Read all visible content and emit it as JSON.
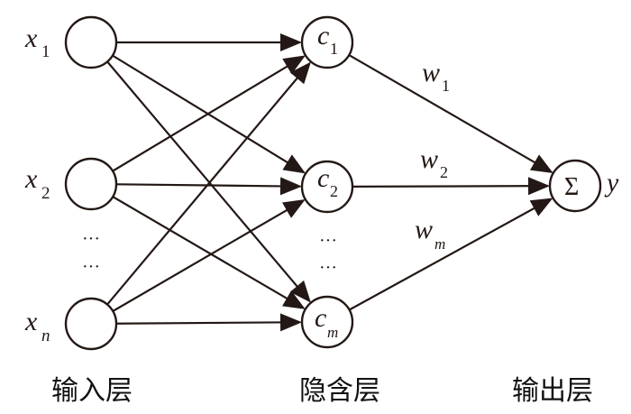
{
  "diagram": {
    "type": "RBF neural network",
    "colors": {
      "stroke": "#231815",
      "background": "#ffffff"
    },
    "input_layer": {
      "label": "输入层",
      "nodes": [
        {
          "var": "x",
          "sub": "1"
        },
        {
          "var": "x",
          "sub": "2"
        },
        {
          "var": "x",
          "sub": "n",
          "sub_italic": true
        }
      ],
      "ellipsis": [
        "···",
        "···"
      ]
    },
    "hidden_layer": {
      "label": "隐含层",
      "nodes": [
        {
          "var": "c",
          "sub": "1"
        },
        {
          "var": "c",
          "sub": "2"
        },
        {
          "var": "c",
          "sub": "m",
          "sub_italic": true
        }
      ],
      "ellipsis": [
        "···",
        "···"
      ]
    },
    "output_layer": {
      "label": "输出层",
      "node_symbol": "Σ",
      "output_var": "y"
    },
    "weights": [
      {
        "var": "w",
        "sub": "1"
      },
      {
        "var": "w",
        "sub": "2"
      },
      {
        "var": "w",
        "sub": "m",
        "sub_italic": true
      }
    ],
    "connections": {
      "input_to_hidden": "fully-connected",
      "hidden_to_output": [
        "c1→Σ",
        "c2→Σ",
        "cm→Σ"
      ]
    }
  }
}
